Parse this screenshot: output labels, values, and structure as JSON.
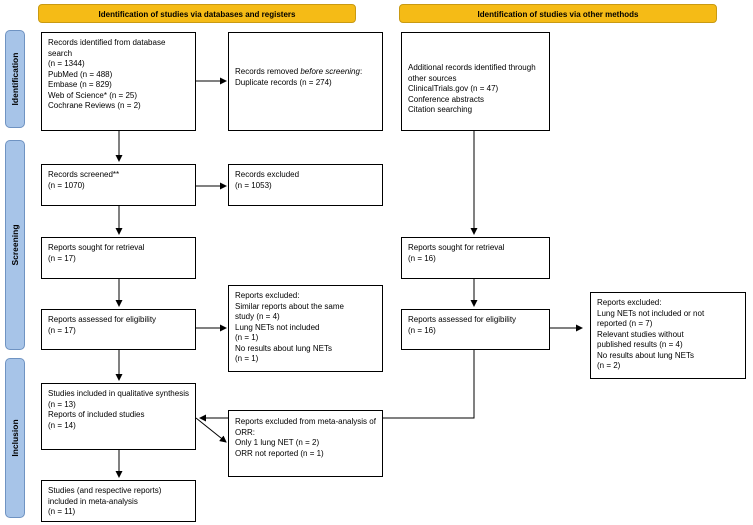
{
  "headers": {
    "databases": "Identification of studies via databases and registers",
    "other": "Identification of studies via other methods"
  },
  "phases": {
    "identification": "Identification",
    "screening": "Screening",
    "inclusion": "Inclusion"
  },
  "boxes": {
    "identified": "Records identified from database search\n(n = 1344)\n   PubMed (n = 488)\n   Embase (n = 829)\n   Web of Science* (n = 25)\n   Cochrane Reviews (n = 2)",
    "removed_label": "Records removed ",
    "removed_italic": "before screening",
    "removed_tail": ":\n   Duplicate records (n = 274)",
    "screened": "Records screened**\n(n = 1070)",
    "excluded": "Records excluded\n(n = 1053)",
    "sought_db": "Reports sought for retrieval\n(n = 17)",
    "assessed_db": "Reports assessed for eligibility\n(n = 17)",
    "reports_excluded_db": "Reports excluded:\n   Similar reports about the same\n   study (n = 4)\n   Lung NETs not included\n   (n = 1)\n   No results about lung NETs\n   (n = 1)",
    "included": "Studies included in qualitative synthesis\n(n = 13)\nReports of included studies\n(n = 14)",
    "meta_excluded": "Reports excluded from meta-analysis of ORR:\n   Only 1 lung NET (n = 2)\n   ORR not reported (n = 1)",
    "meta_included": "Studies (and respective reports) included in meta-analysis\n(n = 11)",
    "other_identified": "Additional records identified through other sources\n   ClinicalTrials.gov (n = 47)\n   Conference abstracts\n   Citation searching",
    "sought_other": "Reports sought for retrieval\n(n = 16)",
    "assessed_other": "Reports assessed for eligibility\n(n = 16)",
    "reports_excluded_other": "Reports excluded:\n   Lung NETs not included or not\n   reported (n = 7)\n   Relevant studies without\n   published results (n = 4)\n   No results about lung NETs\n   (n = 2)"
  }
}
